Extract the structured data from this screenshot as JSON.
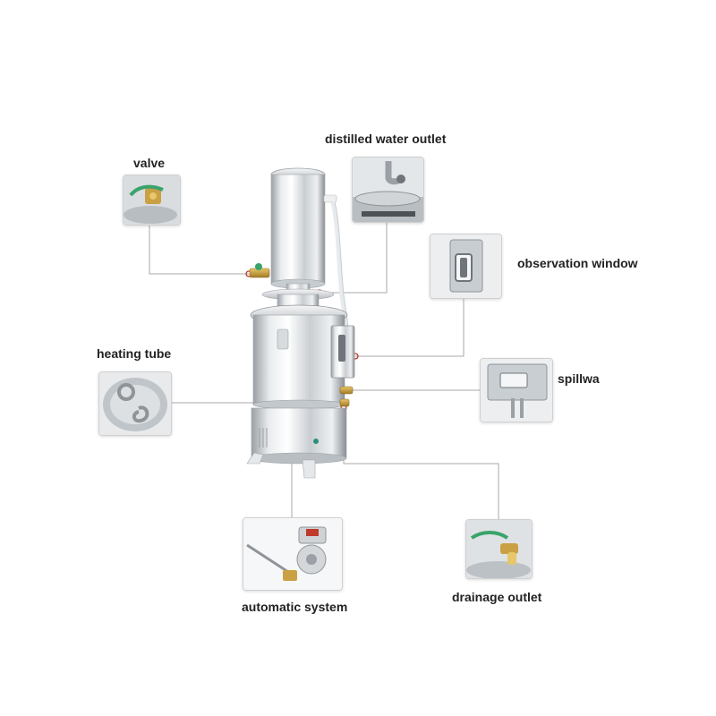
{
  "labels": {
    "valve": "valve",
    "distilled_water_outlet": "distilled water outlet",
    "observation_window": "observation window",
    "heating_tube": "heating tube",
    "spillwa": "spillwa",
    "automatic_system": "automatic system",
    "drainage_outlet": "drainage outlet"
  },
  "colors": {
    "leader_line": "#a8a8a8",
    "marker": "#c0392b",
    "steel_dark": "#8a8f94",
    "steel_light": "#f4f6f7",
    "brass": "#c9a043",
    "green_wire": "#3aa36b"
  }
}
